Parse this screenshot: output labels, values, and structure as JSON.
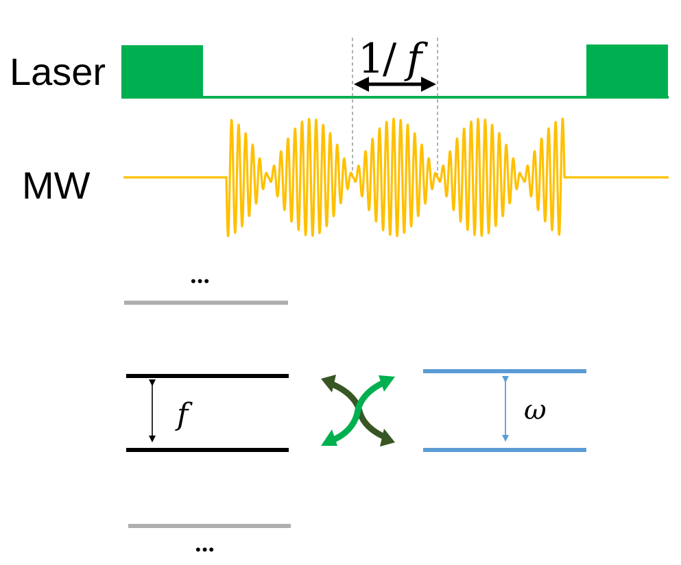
{
  "labels": {
    "laser": "Laser",
    "mw": "MW"
  },
  "period_annotation": {
    "numerator": "1",
    "slash": "/",
    "symbol": "f"
  },
  "levels": {
    "left_splitting_symbol": "f",
    "right_splitting_symbol": "ω",
    "ellipsis_top": "•••",
    "ellipsis_bottom": "•••"
  },
  "colors": {
    "laser": "#00B050",
    "mw": "#FFC000",
    "left_levels": "#000000",
    "outer_levels": "#AEAEAE",
    "right_levels": "#5B9BD5",
    "coupling_arrow_dark": "#375623",
    "coupling_arrow_light": "#00B050",
    "dashed_marker": "#7F7F7F"
  },
  "waveform": {
    "description": "MW drive: carrier modulated by |cos| beat envelope with beat period 1/f",
    "beat_periods_shown": 4,
    "carrier_cycles_per_beat": 12
  }
}
